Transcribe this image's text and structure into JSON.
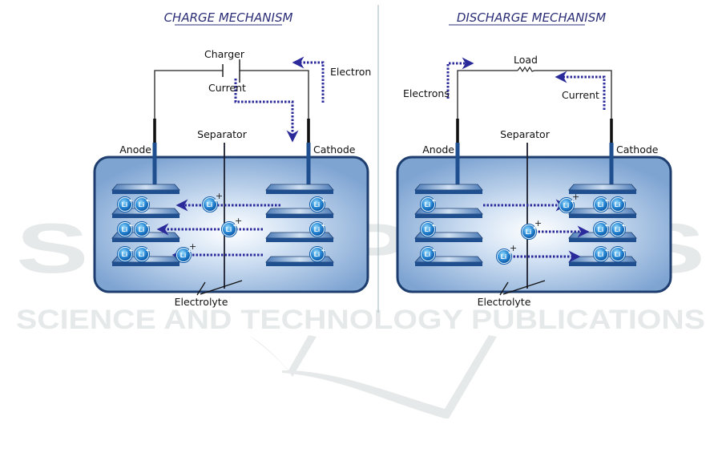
{
  "watermark": {
    "big_text": "SCITEPRESS",
    "sub_text": "SCIENCE AND TECHNOLOGY PUBLICATIONS"
  },
  "colors": {
    "title": "#2c2f78",
    "arrow": "#2b2a9a",
    "electrode": "#1f4f8f",
    "cell_fill": "#9fbde0",
    "cell_border": "#1c3d6e",
    "ion": "#1a76c8",
    "wire": "#222222",
    "divider": "#9fb6b9"
  },
  "panels": [
    {
      "id": "charge",
      "title": "CHARGE MECHANISM",
      "source_label": "Charger",
      "source_type": "battery",
      "labels": {
        "anode": "Anode",
        "cathode": "Cathode",
        "separator": "Separator",
        "electrolyte": "Electrolyte",
        "flow_a": "Current",
        "flow_b": "Electron"
      },
      "ion_symbol": "Li",
      "ion_charge": "+",
      "ion_direction": "cathode-to-anode",
      "anode_ions_per_layer": [
        2,
        2,
        2
      ],
      "cathode_ions_per_layer": [
        1,
        1,
        1
      ],
      "migrating_ions": 3
    },
    {
      "id": "discharge",
      "title": "DISCHARGE MECHANISM",
      "source_label": "Load",
      "source_type": "resistor",
      "labels": {
        "anode": "Anode",
        "cathode": "Cathode",
        "separator": "Separator",
        "electrolyte": "Electrolyte",
        "flow_a": "Electrons",
        "flow_b": "Current"
      },
      "ion_symbol": "Li",
      "ion_charge": "+",
      "ion_direction": "anode-to-cathode",
      "anode_ions_per_layer": [
        1,
        1,
        1
      ],
      "cathode_ions_per_layer": [
        2,
        2,
        2
      ],
      "migrating_ions": 3
    }
  ]
}
